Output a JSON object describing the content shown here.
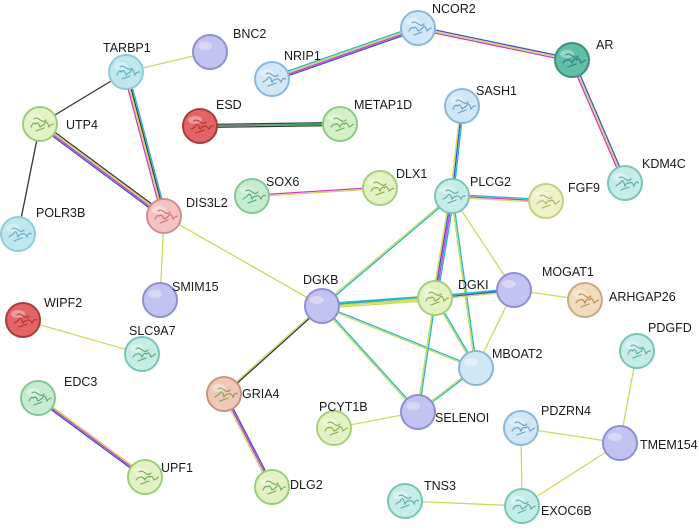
{
  "network": {
    "nodes": [
      {
        "id": "TARBP1",
        "label": "TARBP1",
        "fill": "#bfe8ee",
        "stroke": "#8ccfda",
        "glyph": "#4aa7b7",
        "struct": true
      },
      {
        "id": "BNC2",
        "label": "BNC2",
        "fill": "#c3c3f2",
        "stroke": "#8f8fd3",
        "struct": false
      },
      {
        "id": "UTP4",
        "label": "UTP4",
        "fill": "#e2f2c2",
        "stroke": "#9ccf7a",
        "glyph": "#5e9d46",
        "struct": true
      },
      {
        "id": "POLR3B",
        "label": "POLR3B",
        "fill": "#bfe8ee",
        "stroke": "#8ccfda",
        "glyph": "#4aa7b7",
        "struct": true
      },
      {
        "id": "NCOR2",
        "label": "NCOR2",
        "fill": "#cfe7f6",
        "stroke": "#8ab8d8",
        "glyph": "#5a8fb3",
        "struct": true
      },
      {
        "id": "NRIP1",
        "label": "NRIP1",
        "fill": "#cfe7f6",
        "stroke": "#8ab8d8",
        "glyph": "#5a8fb3",
        "struct": true
      },
      {
        "id": "AR",
        "label": "AR",
        "fill": "#5fbfa7",
        "stroke": "#3b8f7d",
        "glyph": "#2d6c80",
        "struct": true
      },
      {
        "id": "ESD",
        "label": "ESD",
        "fill": "#e26464",
        "stroke": "#a83c3c",
        "glyph": "#b02626",
        "struct": true
      },
      {
        "id": "METAP1D",
        "label": "METAP1D",
        "fill": "#d3efc5",
        "stroke": "#8fcb86",
        "glyph": "#56a346",
        "struct": true
      },
      {
        "id": "SASH1",
        "label": "SASH1",
        "fill": "#cfe7f6",
        "stroke": "#8ab8d8",
        "glyph": "#5a8fb3",
        "struct": true
      },
      {
        "id": "KDM4C",
        "label": "KDM4C",
        "fill": "#c5ede7",
        "stroke": "#79c5b8",
        "glyph": "#4f9c92",
        "struct": true
      },
      {
        "id": "DIS3L2",
        "label": "DIS3L2",
        "fill": "#f3c3c3",
        "stroke": "#cd8f8f",
        "glyph": "#c25d5d",
        "struct": true
      },
      {
        "id": "SOX6",
        "label": "SOX6",
        "fill": "#c6eccf",
        "stroke": "#83c798",
        "glyph": "#3f9e5c",
        "struct": true
      },
      {
        "id": "DLX1",
        "label": "DLX1",
        "fill": "#e2f2c2",
        "stroke": "#a9cf7a",
        "glyph": "#7a9d3a",
        "struct": true
      },
      {
        "id": "PLCG2",
        "label": "PLCG2",
        "fill": "#c5ede7",
        "stroke": "#79c5b8",
        "glyph": "#4f9c92",
        "struct": true
      },
      {
        "id": "FGF9",
        "label": "FGF9",
        "fill": "#eef2c6",
        "stroke": "#c5cf84",
        "glyph": "#a7a55a",
        "struct": true
      },
      {
        "id": "SMIM15",
        "label": "SMIM15",
        "fill": "#c3c3f2",
        "stroke": "#8f8fd3",
        "struct": false
      },
      {
        "id": "DGKB",
        "label": "DGKB",
        "fill": "#c3c3f2",
        "stroke": "#8f8fd3",
        "struct": false
      },
      {
        "id": "DGKI",
        "label": "DGKI",
        "fill": "#e2f2c2",
        "stroke": "#a9cf7a",
        "glyph": "#7a9d3a",
        "struct": true
      },
      {
        "id": "MOGAT1",
        "label": "MOGAT1",
        "fill": "#c3c3f2",
        "stroke": "#8f8fd3",
        "struct": false
      },
      {
        "id": "ARHGAP26",
        "label": "ARHGAP26",
        "fill": "#f2dcc0",
        "stroke": "#cfa97e",
        "glyph": "#b4803e",
        "struct": true
      },
      {
        "id": "WIPF2",
        "label": "WIPF2",
        "fill": "#e26464",
        "stroke": "#a83c3c",
        "glyph": "#b02626",
        "struct": true
      },
      {
        "id": "SLC9A7",
        "label": "SLC9A7",
        "fill": "#c5ede7",
        "stroke": "#79c5b8",
        "glyph": "#3f9e5c",
        "struct": true
      },
      {
        "id": "PDGFD",
        "label": "PDGFD",
        "fill": "#c5ede7",
        "stroke": "#79c5b8",
        "glyph": "#4f9c92",
        "struct": true
      },
      {
        "id": "MBOAT2",
        "label": "MBOAT2",
        "fill": "#cfe7f6",
        "stroke": "#8ab8d8",
        "struct": false
      },
      {
        "id": "EDC3",
        "label": "EDC3",
        "fill": "#c6eccf",
        "stroke": "#83c798",
        "glyph": "#3f9e5c",
        "struct": true
      },
      {
        "id": "GRIA4",
        "label": "GRIA4",
        "fill": "#f0c9b6",
        "stroke": "#c99378",
        "glyph": "#6e9a3a",
        "struct": true
      },
      {
        "id": "PCYT1B",
        "label": "PCYT1B",
        "fill": "#e2f2c2",
        "stroke": "#a9cf7a",
        "glyph": "#7a9d3a",
        "struct": true
      },
      {
        "id": "SELENOI",
        "label": "SELENOI",
        "fill": "#c3c3f2",
        "stroke": "#8f8fd3",
        "struct": false
      },
      {
        "id": "PDZRN4",
        "label": "PDZRN4",
        "fill": "#cfe7f6",
        "stroke": "#8ab8d8",
        "glyph": "#5a8fb3",
        "struct": true
      },
      {
        "id": "TMEM154",
        "label": "TMEM154",
        "fill": "#c3c3f2",
        "stroke": "#8f8fd3",
        "struct": false
      },
      {
        "id": "UPF1",
        "label": "UPF1",
        "fill": "#e2f2c2",
        "stroke": "#9ccf7a",
        "glyph": "#5e9d46",
        "struct": true
      },
      {
        "id": "DLG2",
        "label": "DLG2",
        "fill": "#e2f2c2",
        "stroke": "#9ccf7a",
        "glyph": "#5e9d46",
        "struct": true
      },
      {
        "id": "TNS3",
        "label": "TNS3",
        "fill": "#c5ede7",
        "stroke": "#79c5b8",
        "glyph": "#4f9c92",
        "struct": true
      },
      {
        "id": "EXOC6B",
        "label": "EXOC6B",
        "fill": "#c5ede7",
        "stroke": "#79c5b8",
        "glyph": "#4f9c92",
        "struct": true
      }
    ],
    "edges": [
      {
        "source": "TARBP1",
        "target": "BNC2",
        "colors": [
          "#c8dc5a"
        ]
      },
      {
        "source": "TARBP1",
        "target": "UTP4",
        "colors": [
          "#333333"
        ]
      },
      {
        "source": "TARBP1",
        "target": "DIS3L2",
        "colors": [
          "#23b7c6",
          "#3b3b3b",
          "#c8dc5a",
          "#d836c9"
        ]
      },
      {
        "source": "UTP4",
        "target": "POLR3B",
        "colors": [
          "#333333"
        ]
      },
      {
        "source": "UTP4",
        "target": "DIS3L2",
        "colors": [
          "#3b3b3b",
          "#c8dc5a",
          "#d836c9",
          "#3f52c4"
        ]
      },
      {
        "source": "NRIP1",
        "target": "NCOR2",
        "colors": [
          "#23b7c6",
          "#c8dc5a",
          "#d836c9",
          "#3f52c4"
        ]
      },
      {
        "source": "NCOR2",
        "target": "AR",
        "colors": [
          "#3f52c4",
          "#c8dc5a",
          "#d836c9"
        ]
      },
      {
        "source": "AR",
        "target": "KDM4C",
        "colors": [
          "#3f52c4",
          "#c8dc5a",
          "#d836c9"
        ]
      },
      {
        "source": "ESD",
        "target": "METAP1D",
        "colors": [
          "#3b3b3b",
          "#2fa04a",
          "#3b3b3b"
        ]
      },
      {
        "source": "SASH1",
        "target": "PLCG2",
        "colors": [
          "#23b7c6",
          "#3f52c4",
          "#c8dc5a"
        ]
      },
      {
        "source": "SOX6",
        "target": "DLX1",
        "colors": [
          "#d836c9",
          "#c8dc5a"
        ]
      },
      {
        "source": "DIS3L2",
        "target": "SMIM15",
        "colors": [
          "#c8dc5a"
        ]
      },
      {
        "source": "DIS3L2",
        "target": "DGKB",
        "colors": [
          "#c8dc5a"
        ]
      },
      {
        "source": "PLCG2",
        "target": "FGF9",
        "colors": [
          "#23b7c6",
          "#d836c9",
          "#c8dc5a"
        ]
      },
      {
        "source": "PLCG2",
        "target": "DGKB",
        "colors": [
          "#23b7c6",
          "#c8dc5a"
        ]
      },
      {
        "source": "PLCG2",
        "target": "DGKI",
        "colors": [
          "#23b7c6",
          "#d836c9",
          "#3f52c4",
          "#c8dc5a"
        ]
      },
      {
        "source": "PLCG2",
        "target": "MOGAT1",
        "colors": [
          "#c8dc5a"
        ]
      },
      {
        "source": "PLCG2",
        "target": "MBOAT2",
        "colors": [
          "#23b7c6",
          "#c8dc5a"
        ]
      },
      {
        "source": "DGKB",
        "target": "DGKI",
        "colors": [
          "#23b7c6",
          "#3f52c4",
          "#c8dc5a",
          "#c8dc5a"
        ]
      },
      {
        "source": "DGKB",
        "target": "MOGAT1",
        "colors": [
          "#23b7c6",
          "#c8dc5a"
        ]
      },
      {
        "source": "DGKB",
        "target": "MBOAT2",
        "colors": [
          "#23b7c6",
          "#c8dc5a"
        ]
      },
      {
        "source": "DGKB",
        "target": "SELENOI",
        "colors": [
          "#23b7c6",
          "#c8dc5a"
        ]
      },
      {
        "source": "DGKB",
        "target": "GRIA4",
        "colors": [
          "#333333",
          "#c8dc5a"
        ]
      },
      {
        "source": "DGKI",
        "target": "MOGAT1",
        "colors": [
          "#23b7c6",
          "#3f52c4",
          "#c8dc5a"
        ]
      },
      {
        "source": "DGKI",
        "target": "MBOAT2",
        "colors": [
          "#23b7c6",
          "#c8dc5a"
        ]
      },
      {
        "source": "DGKI",
        "target": "SELENOI",
        "colors": [
          "#23b7c6",
          "#c8dc5a"
        ]
      },
      {
        "source": "MOGAT1",
        "target": "ARHGAP26",
        "colors": [
          "#c8dc5a"
        ]
      },
      {
        "source": "MOGAT1",
        "target": "MBOAT2",
        "colors": [
          "#c8dc5a"
        ]
      },
      {
        "source": "MBOAT2",
        "target": "SELENOI",
        "colors": [
          "#23b7c6",
          "#c8dc5a"
        ]
      },
      {
        "source": "SELENOI",
        "target": "PCYT1B",
        "colors": [
          "#c8dc5a"
        ]
      },
      {
        "source": "WIPF2",
        "target": "SLC9A7",
        "colors": [
          "#c8dc5a"
        ]
      },
      {
        "source": "EDC3",
        "target": "UPF1",
        "colors": [
          "#c8dc5a",
          "#d836c9",
          "#3f52c4"
        ]
      },
      {
        "source": "GRIA4",
        "target": "DLG2",
        "colors": [
          "#3f52c4",
          "#d836c9",
          "#c8dc5a"
        ]
      },
      {
        "source": "PDGFD",
        "target": "TMEM154",
        "colors": [
          "#c8dc5a"
        ]
      },
      {
        "source": "PDZRN4",
        "target": "TMEM154",
        "colors": [
          "#c8dc5a"
        ]
      },
      {
        "source": "PDZRN4",
        "target": "EXOC6B",
        "colors": [
          "#c8dc5a"
        ]
      },
      {
        "source": "TMEM154",
        "target": "EXOC6B",
        "colors": [
          "#c8dc5a"
        ]
      },
      {
        "source": "TNS3",
        "target": "EXOC6B",
        "colors": [
          "#c8dc5a"
        ]
      }
    ]
  }
}
